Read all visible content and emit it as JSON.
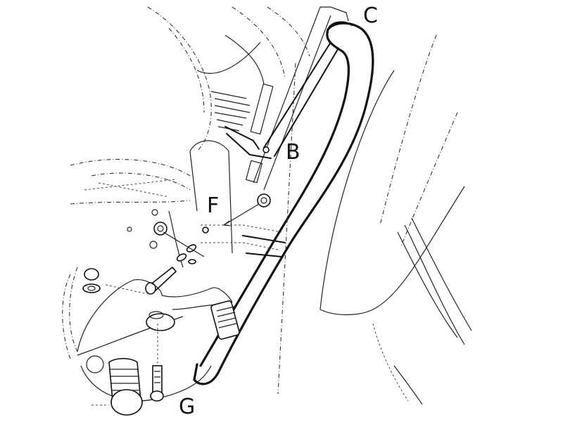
{
  "diagram": {
    "type": "exploded assembly line drawing",
    "subject": "motorcycle engine protection bar (crash bar) mounting",
    "colors": {
      "line": "#111111",
      "background": "#ffffff"
    },
    "labels": {
      "c": "C",
      "b": "B",
      "f": "F",
      "g": "G"
    },
    "callouts": [
      {
        "id": "C",
        "refers_to": "upper mounting point of crash bar"
      },
      {
        "id": "B",
        "refers_to": "mid bracket strut attaching bar to frame"
      },
      {
        "id": "F",
        "refers_to": "spacer/bushing mounting point at frame cross bar"
      },
      {
        "id": "G",
        "refers_to": "lower bolt at footpeg mount"
      }
    ]
  }
}
